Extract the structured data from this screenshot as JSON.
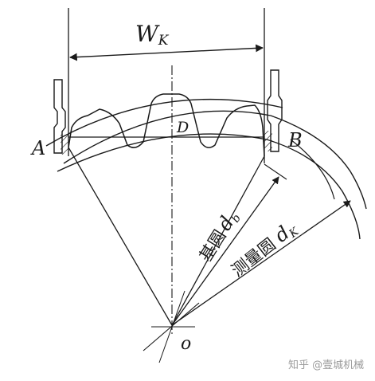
{
  "labels": {
    "width_symbol": "W",
    "width_subscript": "K",
    "point_a": "A",
    "point_b": "B",
    "point_d": "D",
    "center": "o",
    "base_circle_text": "基圆",
    "base_circle_symbol": "d",
    "base_circle_subscript": "b",
    "measure_circle_text": "测量圆",
    "measure_circle_symbol": "d",
    "measure_circle_subscript": "K"
  },
  "watermark": {
    "text": "知乎 @壹城机械"
  },
  "colors": {
    "ink": "#1a1a1a",
    "paper": "#ffffff",
    "watermark": "#9a9a9a"
  }
}
